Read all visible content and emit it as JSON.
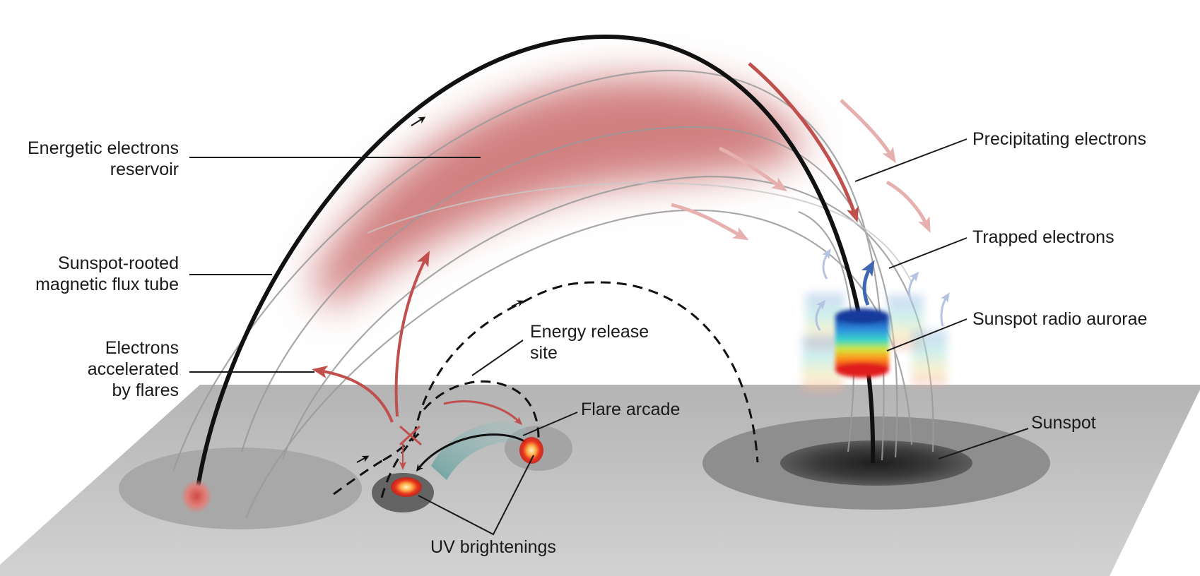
{
  "labels": {
    "energetic_reservoir": [
      "Energetic electrons",
      "reservoir"
    ],
    "flux_tube": [
      "Sunspot-rooted",
      "magnetic flux tube"
    ],
    "accelerated": [
      "Electrons",
      "accelerated",
      "by flares"
    ],
    "energy_release": [
      "Energy release",
      "site"
    ],
    "flare_arcade": "Flare arcade",
    "uv_brightenings": "UV brightenings",
    "precipitating": "Precipitating electrons",
    "trapped": "Trapped electrons",
    "radio_aurorae": "Sunspot radio aurorae",
    "sunspot": "Sunspot"
  },
  "colors": {
    "reservoir_glow": "#c96a6a",
    "accent_red": "#c0504d",
    "trapped_blue": "#3f67b1",
    "photosphere": "#bdbdbd",
    "main_loop": "#111111",
    "faint_loops": "#9a9a9a"
  }
}
